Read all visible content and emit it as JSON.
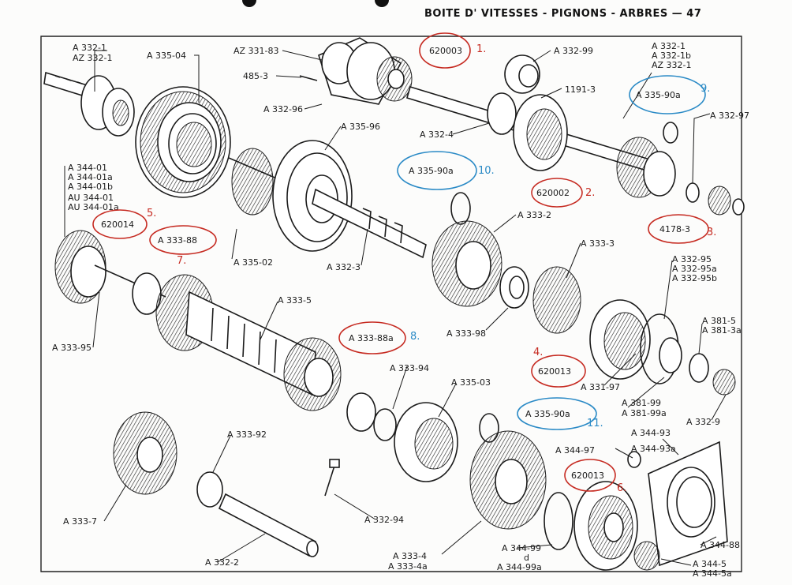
{
  "header": {
    "title": "BOITE D' VITESSES - PIGNONS - ARBRES — 47"
  },
  "labels": {
    "a3321_top": "A 332-1",
    "az3321_top": "AZ 332-1",
    "a33504": "A 335-04",
    "az33183": "AZ 331-83",
    "l4853": "485-3",
    "a33296": "A 332-96",
    "a33299": "A 332-99",
    "l11913": "1191-3",
    "a3321_r": "A 332-1",
    "a3321b_r": "A 332-1b",
    "az3321_r": "AZ 332-1",
    "a33596": "A 335-96",
    "a3324": "A 332-4",
    "a33297": "A 332-97",
    "a34401": "A 344-01",
    "a34401a": "A 344-01a",
    "a34401b": "A 344-01b",
    "au34401": "AU 344-01",
    "au34401a": "AU 344-01a",
    "a3332": "A 333-2",
    "a33502": "A 335-02",
    "a3323": "A 332-3",
    "a3333": "A 333-3",
    "a33295": "A 332-95",
    "a33295a": "A 332-95a",
    "a33295b": "A 332-95b",
    "a33395": "A 333-95",
    "a3335": "A 333-5",
    "a33398": "A 333-98",
    "a3815": "A 381-5",
    "a3813a": "A 381-3a",
    "a33394": "A 333-94",
    "a33197": "A 331-97",
    "a38199": "A 381-99",
    "a38199a": "A 381-99a",
    "a3329": "A 332-9",
    "a33503": "A 335-03",
    "a33392": "A 333-92",
    "a34493": "A 344-93",
    "a34493a": "A 344-93a",
    "a34497": "A 344-97",
    "a3337": "A 333-7",
    "a33294": "A 332-94",
    "a3334": "A 333-4",
    "a3334a": "A 333-4a",
    "a34499": "A 344-99",
    "a34499a": "A 344-99a",
    "a34488": "A 344-88",
    "a3322": "A 332-2",
    "a3445": "A 344-5",
    "a3445a": "A 344-5a",
    "d_letter": "d"
  },
  "callouts": {
    "c1": {
      "ref": "620003",
      "num": "1."
    },
    "c2": {
      "ref": "620002",
      "num": "2."
    },
    "c3": {
      "ref": "4178-3",
      "num": "3."
    },
    "c4": {
      "ref": "620013",
      "num": "4."
    },
    "c5": {
      "ref": "620014",
      "num": "5."
    },
    "c6": {
      "ref": "620013",
      "num": "6."
    },
    "c7": {
      "ref": "A 333-88",
      "num": "7."
    },
    "c8": {
      "ref": "A 333-88a",
      "num": "8."
    },
    "c9": {
      "ref": "A 335-90a",
      "num": "9."
    },
    "c10": {
      "ref": "A 335-90a",
      "num": "10."
    },
    "c11": {
      "ref": "A 335-90a",
      "num": "11."
    }
  },
  "colors": {
    "red_ring": "#c62b22",
    "blue_ring": "#2a8ac6",
    "ink": "#1b1b1b"
  }
}
